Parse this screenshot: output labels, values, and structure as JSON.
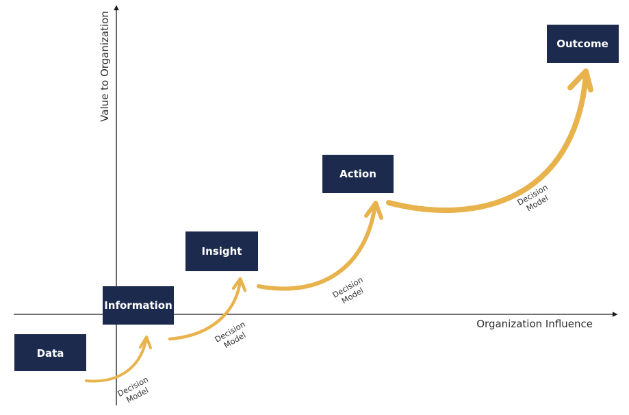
{
  "colors": {
    "box": "#1c2b4d",
    "box_text": "#ffffff",
    "arrow": "#e8b34c",
    "axis": "#1a1a1a",
    "text": "#2b2b2b"
  },
  "axes": {
    "x_label": "Organization Influence",
    "y_label": "Value to Organization"
  },
  "stages": {
    "data": "Data",
    "information": "Information",
    "insight": "Insight",
    "action": "Action",
    "outcome": "Outcome"
  },
  "decision_models": [
    {
      "line1": "Decision",
      "line2": "Model"
    },
    {
      "line1": "Decision",
      "line2": "Model"
    },
    {
      "line1": "Decision",
      "line2": "Model"
    },
    {
      "line1": "Decision",
      "line2": "Model"
    }
  ]
}
